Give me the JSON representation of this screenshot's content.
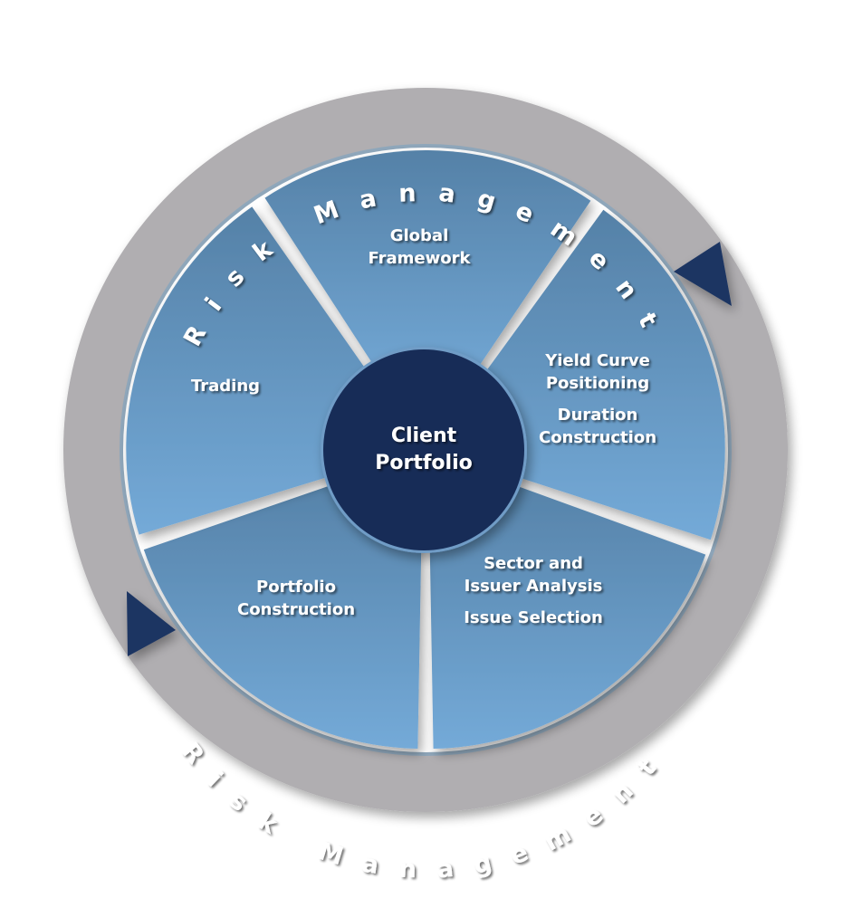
{
  "title": "Client Portfolio investment process",
  "center": {
    "lines": [
      "Client",
      "Portfolio"
    ]
  },
  "ring": {
    "top_text": "Risk Management",
    "bottom_text": "Risk Management"
  },
  "segments": [
    {
      "id": "global-framework",
      "lines": [
        "Global",
        "Framework"
      ]
    },
    {
      "id": "yield-curve-duration",
      "lines": [
        "Yield Curve",
        "Positioning",
        "",
        "Duration",
        "Construction"
      ]
    },
    {
      "id": "sector-issue",
      "lines": [
        "Sector and",
        "Issuer Analysis",
        "",
        "Issue Selection"
      ]
    },
    {
      "id": "portfolio-construction",
      "lines": [
        "Portfolio",
        "Construction"
      ]
    },
    {
      "id": "trading",
      "lines": [
        "Trading"
      ]
    }
  ],
  "colors": {
    "ring": "#b0aeb1",
    "wedge_dark": "#5682a8",
    "wedge_light": "#73a9d7",
    "center": "#172c57",
    "arrow": "#1b3462",
    "text": "#ffffff"
  },
  "icons": {
    "arrows": [
      "triangle-arrow-icon",
      "triangle-arrow-icon"
    ]
  }
}
